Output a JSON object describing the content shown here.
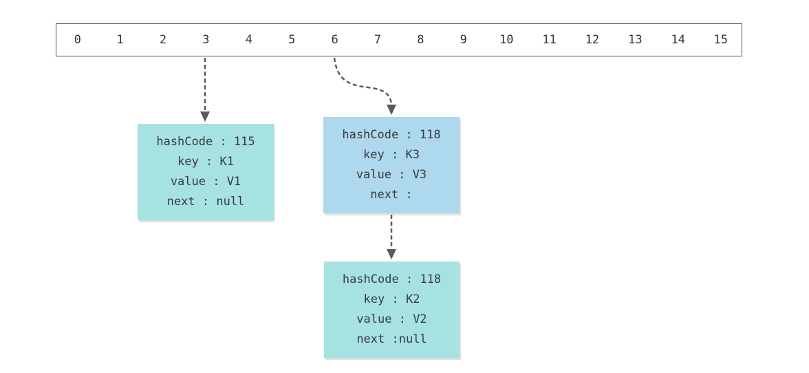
{
  "array": {
    "slots": [
      "0",
      "1",
      "2",
      "3",
      "4",
      "5",
      "6",
      "7",
      "8",
      "9",
      "10",
      "11",
      "12",
      "13",
      "14",
      "15"
    ]
  },
  "nodes": {
    "k1": {
      "hash_code": "hashCode : 115",
      "key": "key : K1",
      "value": "value : V1",
      "next": "next : null",
      "fill_color": "#a6e2e2"
    },
    "k3": {
      "hash_code": "hashCode : 118",
      "key": "key : K3",
      "value": "value : V3",
      "next": "next :",
      "fill_color": "#add8ee"
    },
    "k2": {
      "hash_code": "hashCode : 118",
      "key": "key : K2",
      "value": "value : V2",
      "next": "next :null",
      "fill_color": "#a6e2e2"
    }
  },
  "colors": {
    "arrow": "#5a5a5a",
    "slot_border": "#4a4a4a"
  }
}
